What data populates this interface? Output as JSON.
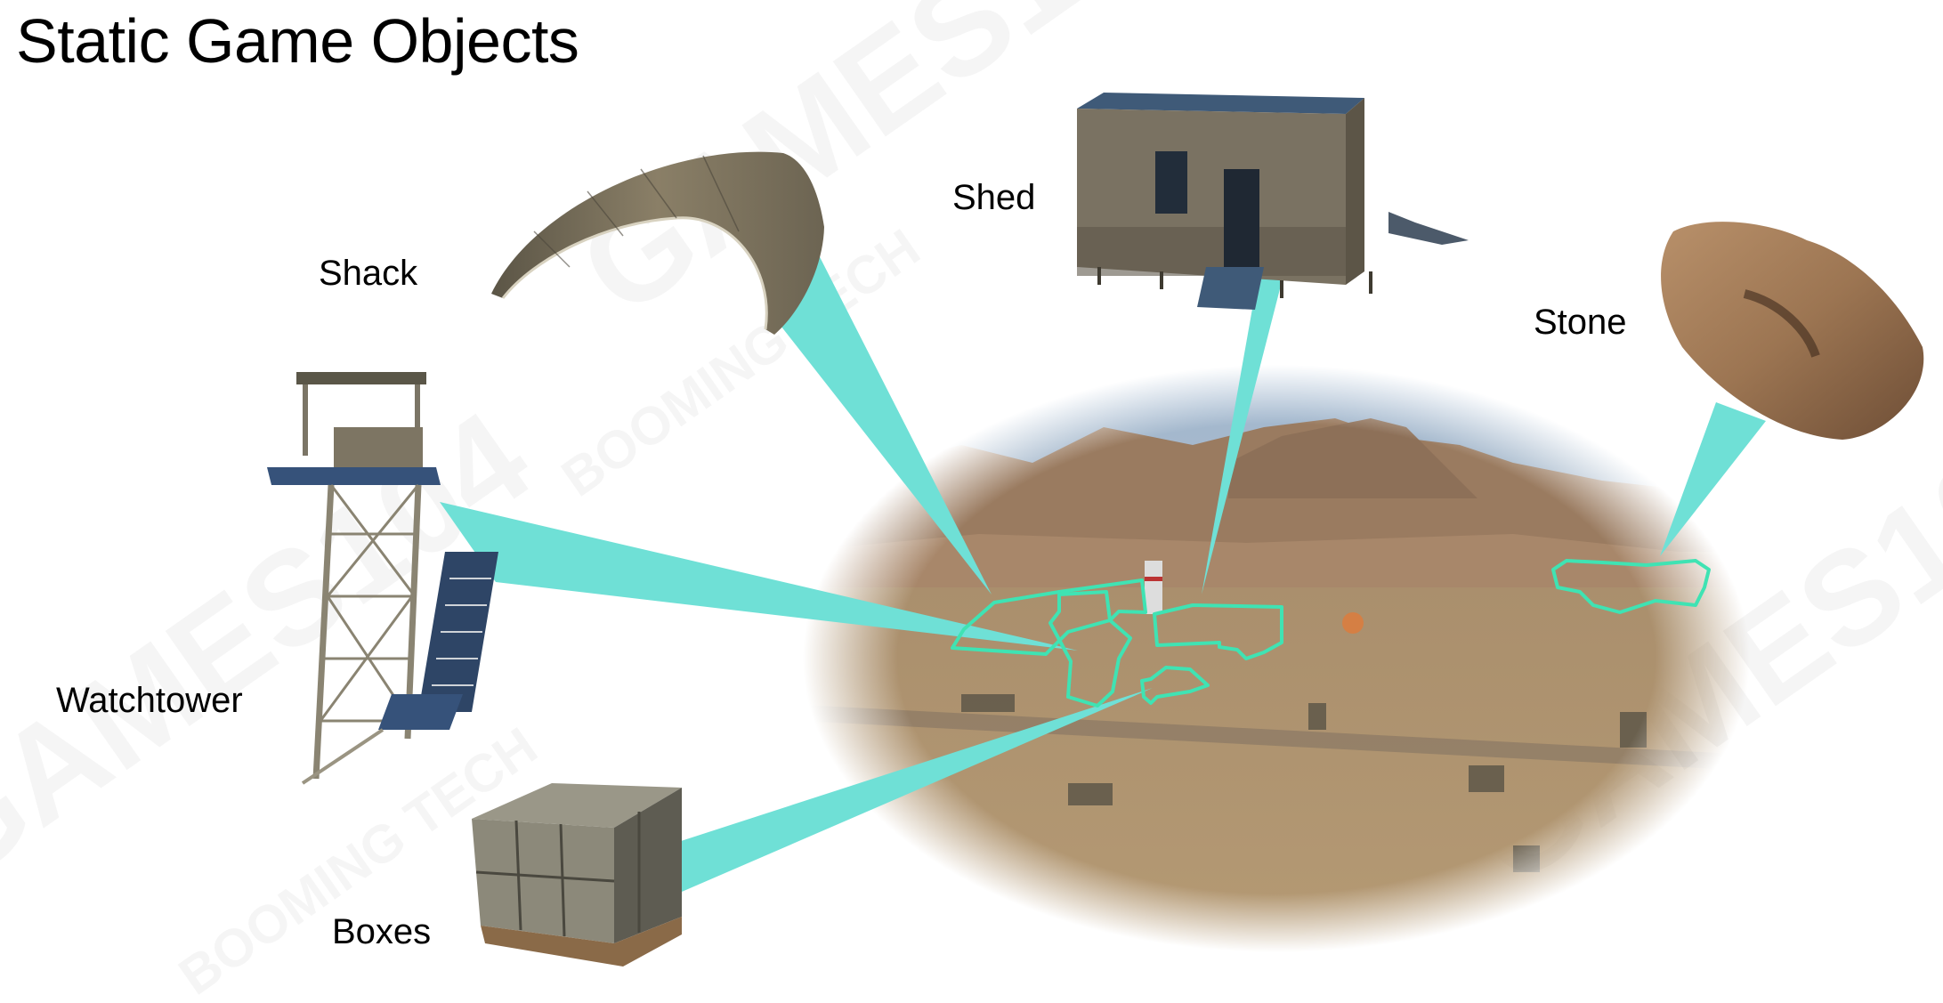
{
  "slide": {
    "title": "Static Game Objects",
    "labels": {
      "shack": "Shack",
      "shed": "Shed",
      "stone": "Stone",
      "watchtower": "Watchtower",
      "boxes": "Boxes"
    },
    "watermarks": [
      "GAMES104",
      "BOOMING TECH"
    ]
  },
  "colors": {
    "beam": "#6fe0d6",
    "outline": "#3fe3b3",
    "background": "#ffffff"
  }
}
